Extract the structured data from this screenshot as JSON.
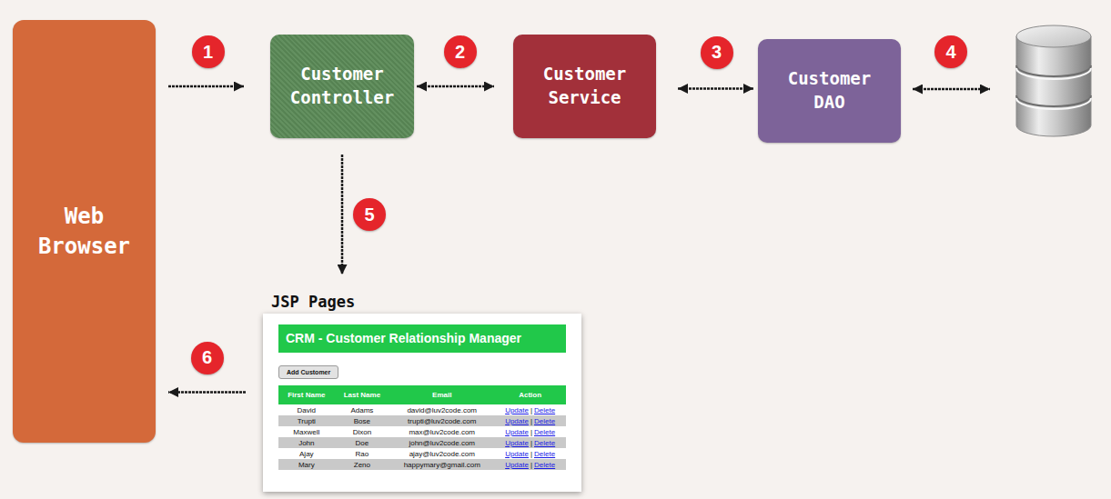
{
  "diagram": {
    "nodes": [
      {
        "text": [
          "Web Browser"
        ]
      },
      {
        "text": [
          "Customer Controller"
        ]
      },
      {
        "text": [
          "Customer Service"
        ]
      },
      {
        "text": [
          "Customer DAO"
        ]
      },
      {
        "text": [
          "JSP Pages"
        ]
      },
      {
        "text": [
          "CRM - Customer Relationship Manager"
        ],
        "in": 4
      },
      {
        "text": [
          "Add Customer"
        ],
        "in": 4
      }
    ],
    "edges": [
      {
        "from": 0,
        "to": 1,
        "label": "1",
        "arrow": "to"
      },
      {
        "from": 1,
        "to": 2,
        "label": "2",
        "arrow": "both"
      },
      {
        "from": 2,
        "to": 3,
        "label": "3",
        "arrow": "both"
      },
      {
        "from": 1,
        "to": 4,
        "label": "5",
        "arrow": "to"
      },
      {
        "from": 4,
        "to": 0,
        "label": "6",
        "arrow": "to"
      }
    ],
    "labels": [
      "4",
      "First Name",
      "Last Name",
      "Email",
      "Action",
      "David",
      "Adams",
      "david@luv2code.com",
      "Update",
      "|",
      "Delete",
      "Trupti",
      "Bose",
      "trupti@luv2code.com",
      "Update",
      "|",
      "Delete",
      "Maxwell",
      "Dixon",
      "max@luv2code.com",
      "Update",
      "|",
      "Delete",
      "John",
      "Doe",
      "john@luv2code.com",
      "Update",
      "|",
      "Delete",
      "Ajay",
      "Rao",
      "ajay@luv2code.com",
      "Update",
      "|",
      "Delete",
      "Mary",
      "Zeno",
      "happymary@gmail.com",
      "Update",
      "|",
      "Delete"
    ]
  }
}
